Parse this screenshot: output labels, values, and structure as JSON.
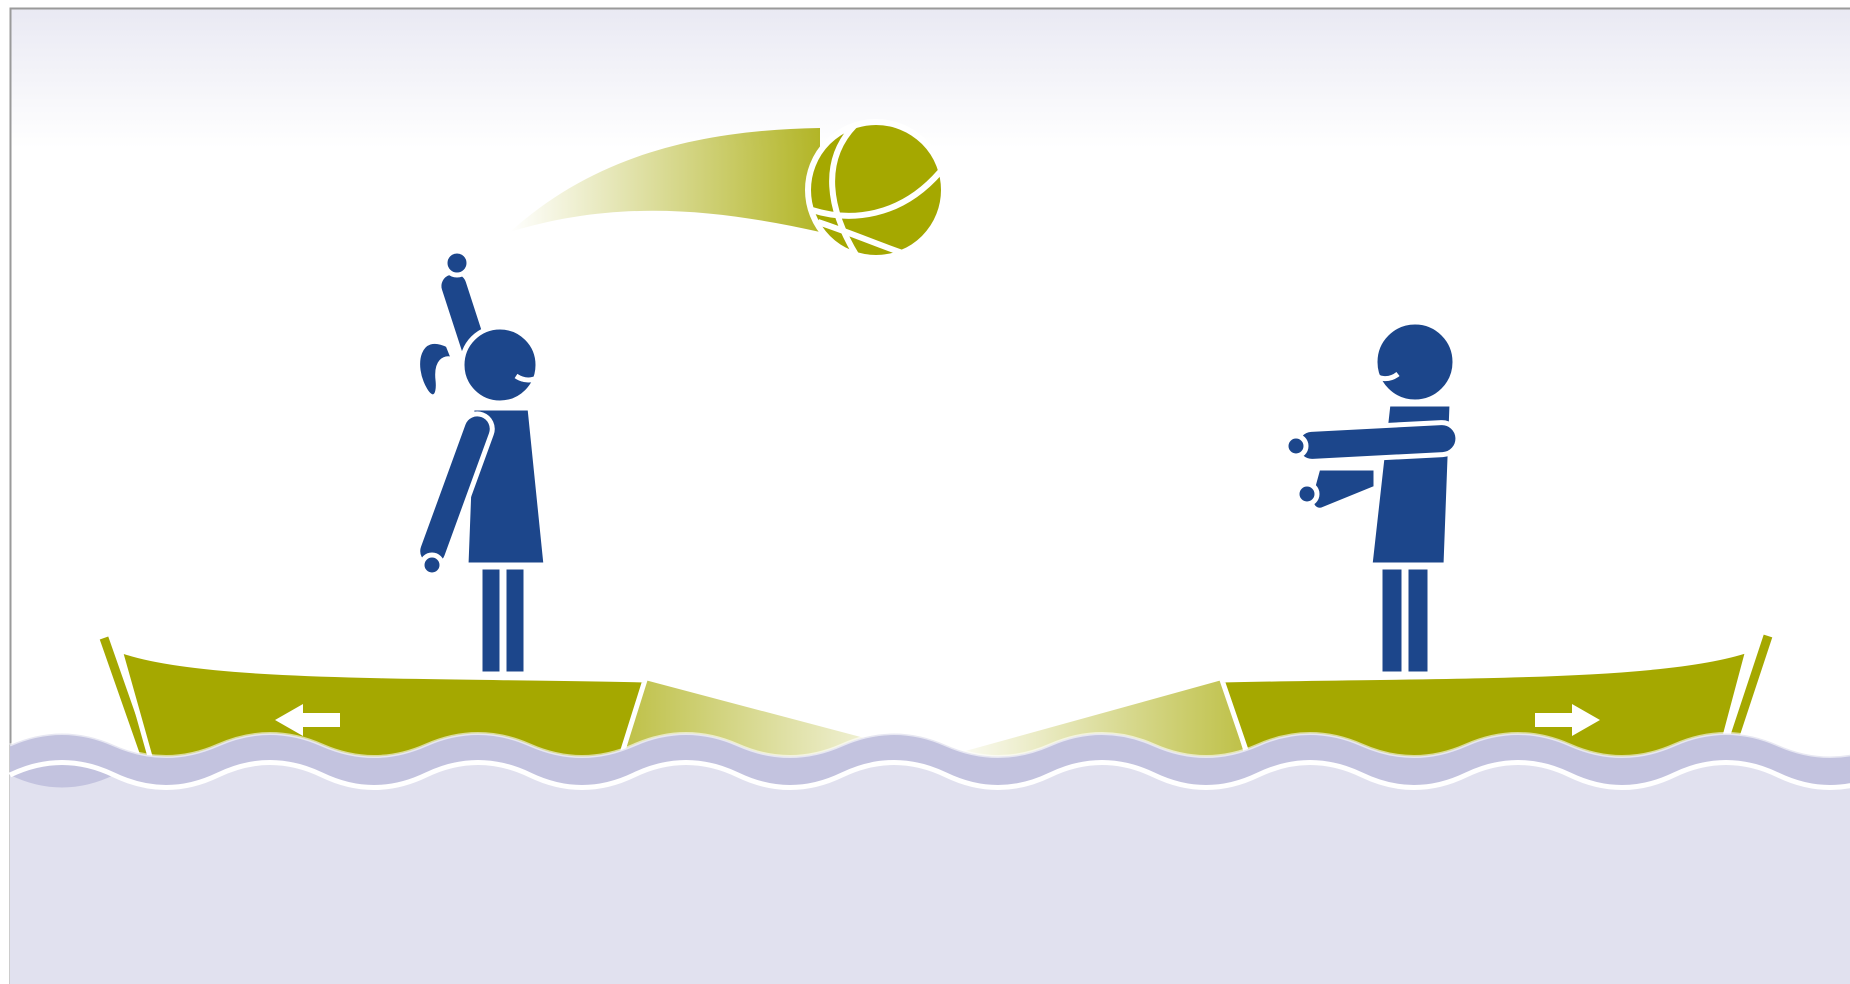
{
  "scene": {
    "kind": "illustration",
    "subjects": [
      "girl-throwing-ball",
      "boy-catching",
      "left-boat",
      "right-boat",
      "ball",
      "water"
    ],
    "arrows": {
      "left_boat": "left",
      "right_boat": "right"
    }
  },
  "colors": {
    "figure_blue": "#1c468b",
    "boat_olive": "#a5a800",
    "ball_olive": "#a5a800",
    "water_wave": "#c3c3df",
    "water_body": "#e1e1ef",
    "sky_top": "#e9e9f3",
    "frame_border": "#9a9a9a",
    "highlight_white": "#ffffff"
  },
  "icons": {
    "left_arrow": "arrow-left-icon",
    "right_arrow": "arrow-right-icon"
  }
}
